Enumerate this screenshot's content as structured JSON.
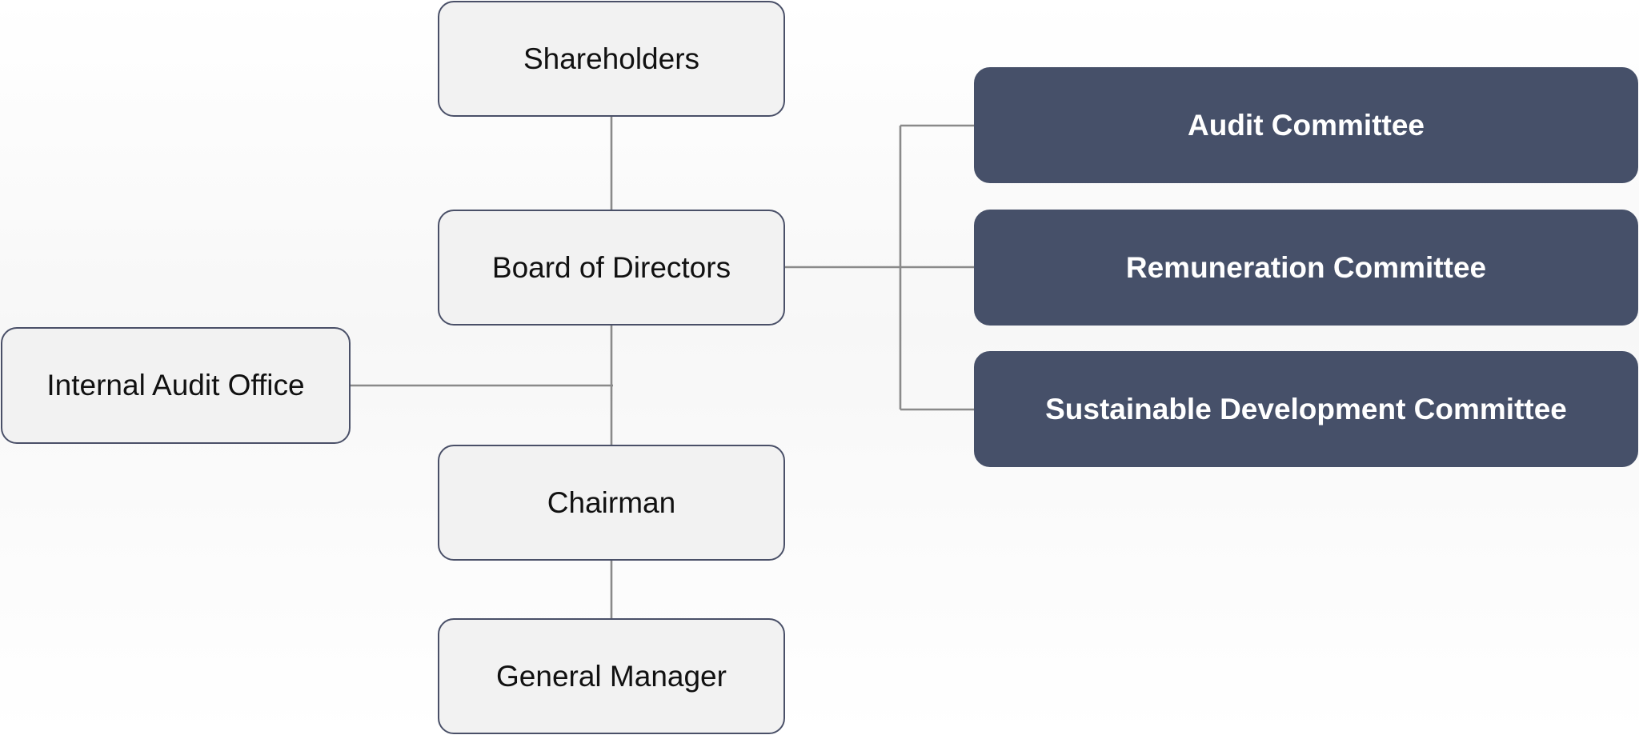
{
  "diagram": {
    "nodes": {
      "shareholders": "Shareholders",
      "board_of_directors": "Board of Directors",
      "internal_audit_office": "Internal Audit Office",
      "chairman": "Chairman",
      "general_manager": "General Manager",
      "audit_committee": "Audit Committee",
      "remuneration_committee": "Remuneration Committee",
      "sustainable_development_committee": "Sustainable Development Committee"
    },
    "colors": {
      "light_node_fill": "#f2f2f2",
      "light_node_border": "#4a5068",
      "dark_node_fill": "#465069",
      "connector": "#8a8a8a"
    }
  }
}
